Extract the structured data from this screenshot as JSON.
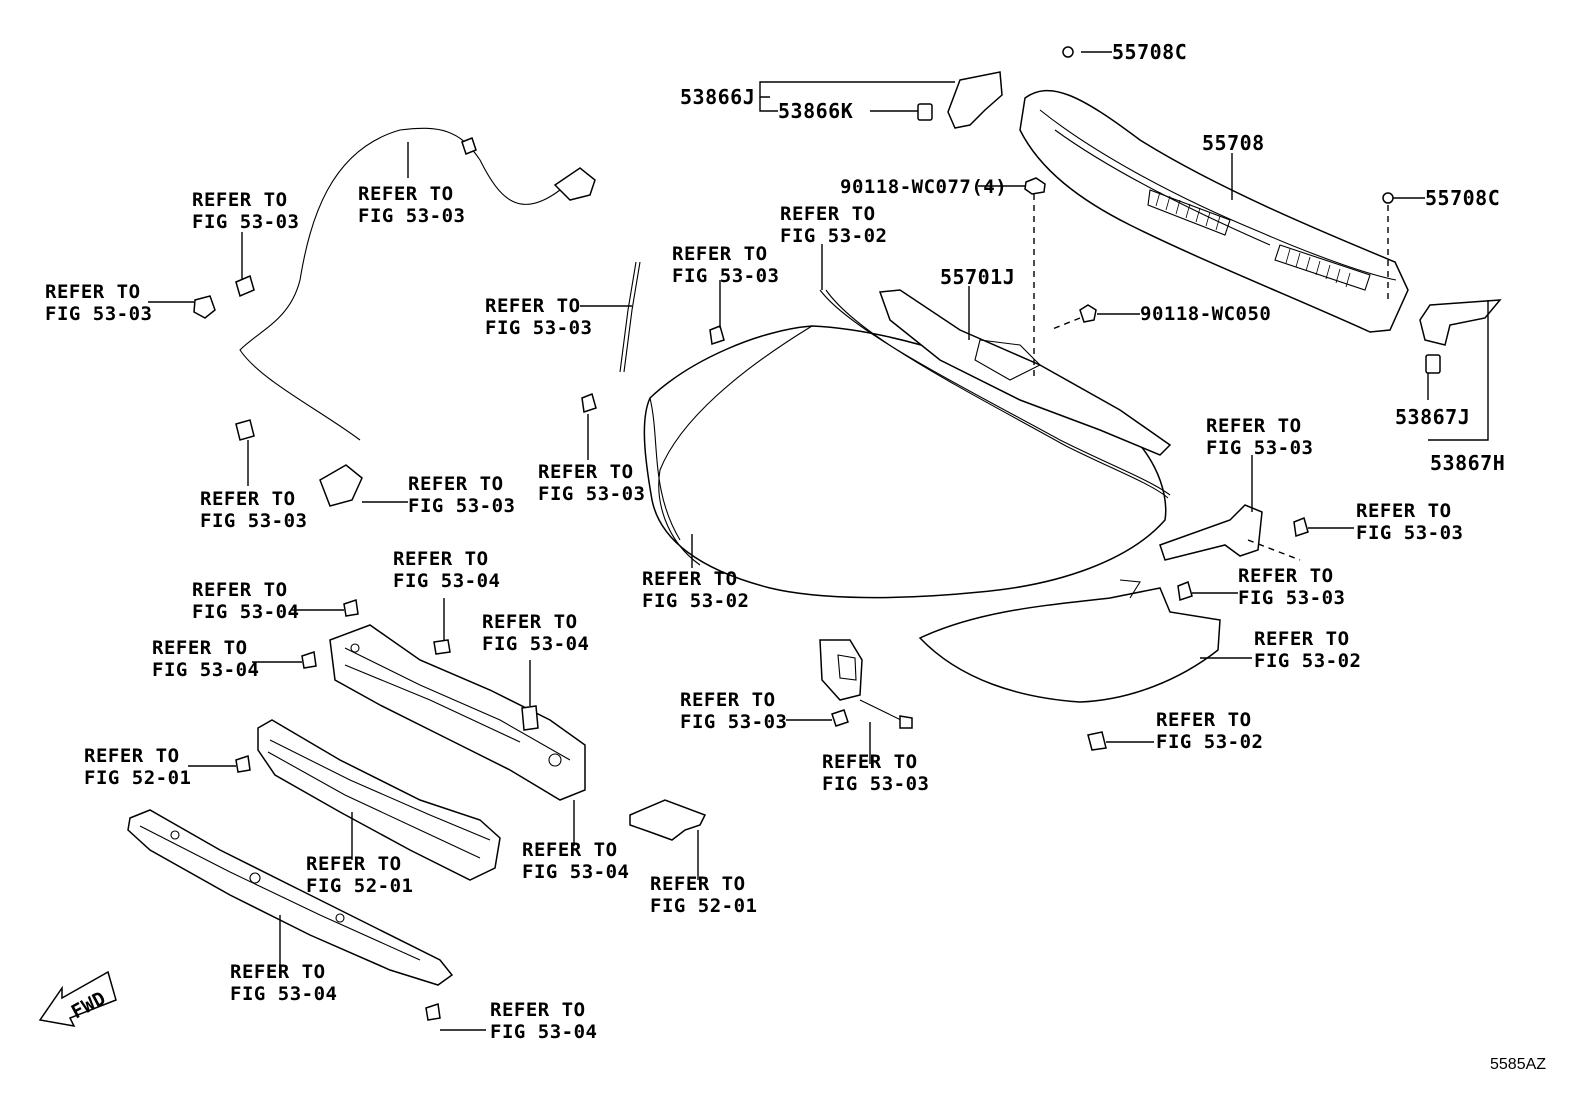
{
  "diagram_id": "5585AZ",
  "direction_label": "FWD",
  "part_numbers": {
    "p55708C_top": "55708C",
    "p55708C_right": "55708C",
    "p53866J": "53866J",
    "p53866K": "53866K",
    "p55708": "55708",
    "p90118_WC077": "90118-WC077(4)",
    "p55701J": "55701J",
    "p90118_WC050": "90118-WC050",
    "p53867J": "53867J",
    "p53867H": "53867H"
  },
  "refer_to": "REFER TO",
  "figures": {
    "f52_01": "FIG 52-01",
    "f53_02": "FIG 53-02",
    "f53_03": "FIG 53-03",
    "f53_04": "FIG 53-04"
  }
}
